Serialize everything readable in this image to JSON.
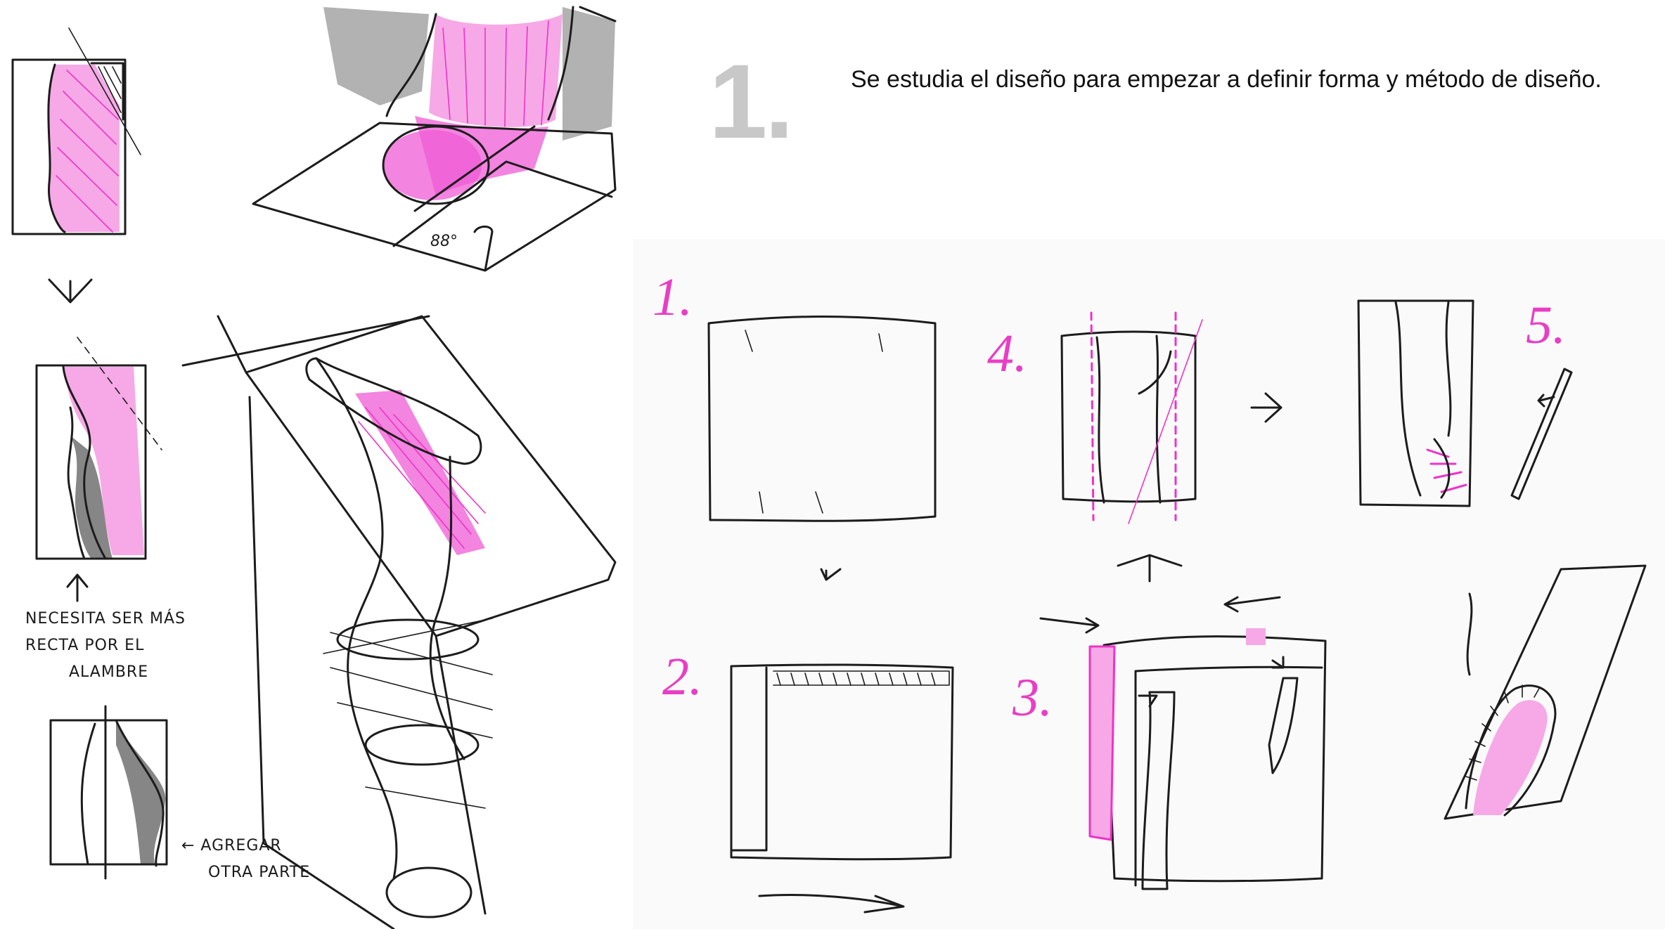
{
  "heading": {
    "number": "1.",
    "description": "Se estudia el diseño para empezar a definir forma y método de diseño."
  },
  "notes": {
    "needs_straighter": [
      "NECESITA SER MÁS",
      "RECTA POR EL",
      "ALAMBRE"
    ],
    "add_part": [
      "← AGREGAR",
      "OTRA PARTE"
    ],
    "angle": "88°"
  },
  "steps": [
    {
      "id": "1",
      "label": "1."
    },
    {
      "id": "2",
      "label": "2."
    },
    {
      "id": "3",
      "label": "3."
    },
    {
      "id": "4",
      "label": "4."
    },
    {
      "id": "5",
      "label": "5."
    }
  ],
  "colors": {
    "accent": "#ee33c8",
    "ink": "#1c1c1c",
    "number_gray": "#c8c8c8"
  }
}
